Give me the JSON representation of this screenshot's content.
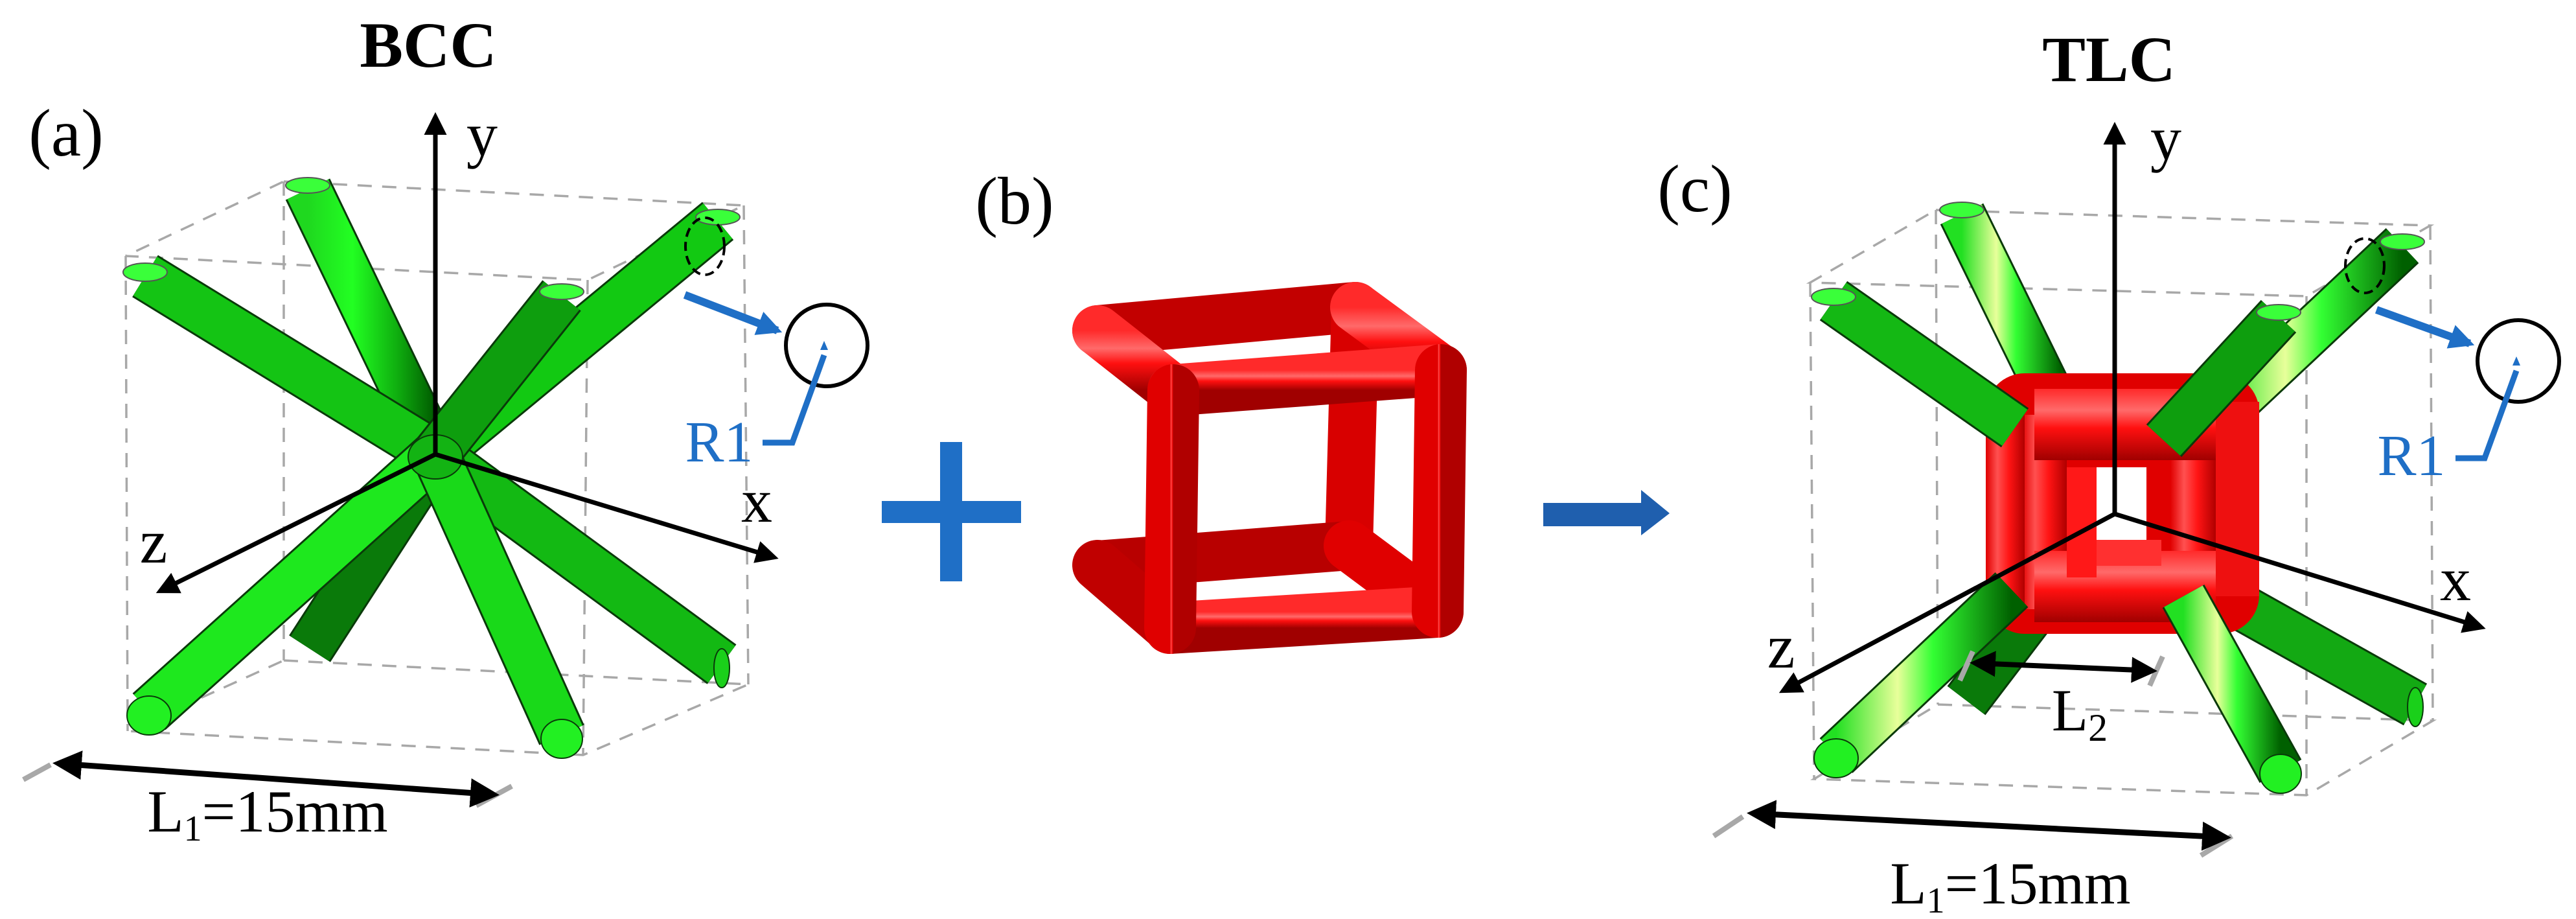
{
  "figure": {
    "panels": [
      {
        "id": "a",
        "label": "(a)",
        "title": "BCC",
        "axes": {
          "x": "x",
          "y": "y",
          "z": "z"
        },
        "dimension": {
          "symbol": "L",
          "subscript": "1",
          "value": "=15mm"
        },
        "radius_label": "R1",
        "strut_color": "#00e600"
      },
      {
        "id": "b",
        "label": "(b)",
        "frame_color": "#ff1010"
      },
      {
        "id": "c",
        "label": "(c)",
        "title": "TLC",
        "axes": {
          "x": "x",
          "y": "y",
          "z": "z"
        },
        "dimension": {
          "symbol": "L",
          "subscript": "1",
          "value": "=15mm"
        },
        "inner_dimension": {
          "symbol": "L",
          "subscript": "2"
        },
        "radius_label": "R1",
        "strut_color": "#00e600",
        "core_color": "#ff1010"
      }
    ],
    "operators": {
      "plus": "+",
      "arrow": "→",
      "operator_color": "#1f6fc6"
    }
  }
}
